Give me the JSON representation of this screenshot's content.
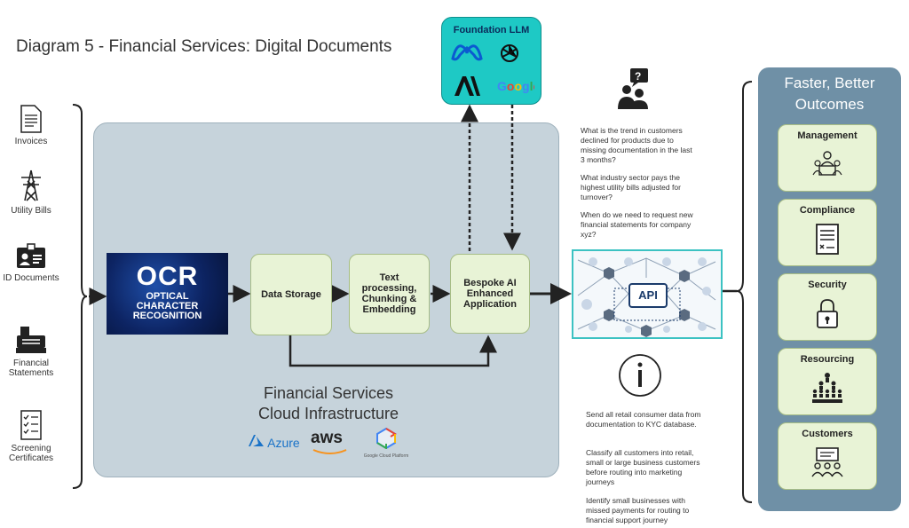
{
  "title": "Diagram 5 - Financial Services: Digital Documents",
  "sources": [
    {
      "label": "Invoices",
      "icon": "invoice-icon"
    },
    {
      "label": "Utility Bills",
      "icon": "pylon-icon"
    },
    {
      "label": "ID Documents",
      "icon": "id-card-icon"
    },
    {
      "label": "Financial Statements",
      "icon": "cash-register-icon"
    },
    {
      "label": "Screening Certificates",
      "icon": "checklist-icon"
    }
  ],
  "ocr": {
    "big": "OCR",
    "line1": "OPTICAL",
    "line2": "CHARACTER",
    "line3": "RECOGNITION"
  },
  "pipeline": {
    "storage": "Data Storage",
    "processing": "Text processing, Chunking & Embedding",
    "application": "Bespoke AI Enhanced Application"
  },
  "cloud": {
    "label_line1": "Financial Services",
    "label_line2": "Cloud Infrastructure",
    "providers": [
      "Azure",
      "aws",
      "Google Cloud Platform"
    ]
  },
  "llm": {
    "title": "Foundation LLM",
    "logos": [
      "meta-logo-icon",
      "openai-logo-icon",
      "anthropic-logo-icon",
      "google-logo-icon"
    ]
  },
  "questions": [
    "What is the trend in customers declined for products due to missing documentation in the last 3 months?",
    "What industry sector pays the highest utility bills adjusted for turnover?",
    "When do we need to request new financial statements for company xyz?"
  ],
  "api": {
    "label": "API"
  },
  "actions": [
    "Send all retail consumer data from documentation to KYC database.",
    "Classify all customers into retail, small or large business customers before routing into marketing journeys",
    "Identify small businesses with missed payments for routing to financial support journey"
  ],
  "outcomes": {
    "title_line1": "Faster, Better",
    "title_line2": "Outcomes",
    "items": [
      {
        "label": "Management",
        "icon": "management-icon"
      },
      {
        "label": "Compliance",
        "icon": "document-icon"
      },
      {
        "label": "Security",
        "icon": "lock-icon"
      },
      {
        "label": "Resourcing",
        "icon": "people-group-icon"
      },
      {
        "label": "Customers",
        "icon": "presentation-icon"
      }
    ]
  },
  "colors": {
    "cloud": "#c6d3db",
    "box": "#e8f3d6",
    "llm": "#1ec9c5",
    "panel": "#6f90a6",
    "ocr": "#0d2463"
  }
}
